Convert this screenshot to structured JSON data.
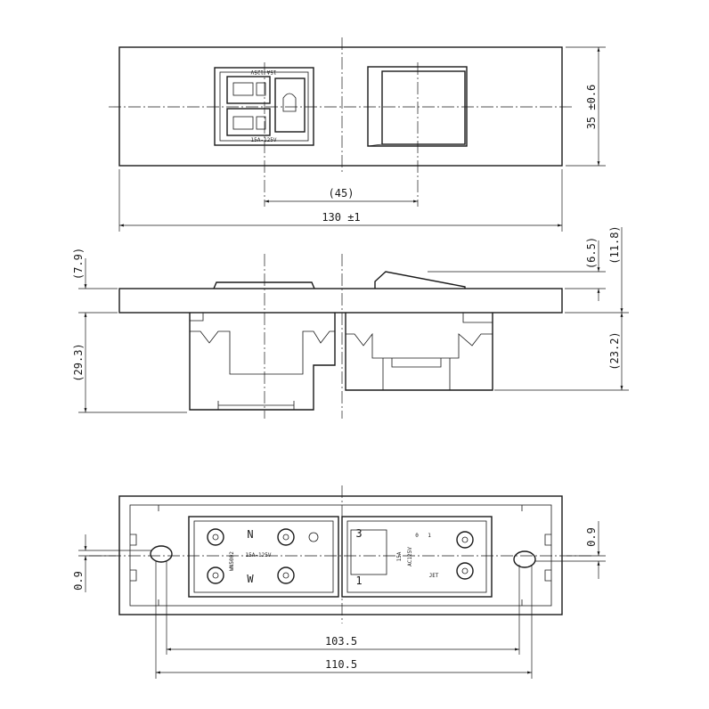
{
  "front_view": {
    "outlet_rating_top": "15A-125V",
    "outlet_rating_bottom": "15A-125V"
  },
  "dimensions": {
    "width_total": "130 ±1",
    "outlet_pitch": "(45)",
    "height_total": "35 ±0.6",
    "side_top_left": "(7.9)",
    "side_depth_left": "(29.3)",
    "side_switch_protrusion": "(6.5)",
    "side_top_right": "(11.8)",
    "side_depth_right": "(23.2)",
    "rear_hole_pitch": "103.5",
    "rear_outer_pitch": "110.5",
    "rear_offset_left": "0.9",
    "rear_offset_right": "0.9"
  },
  "rear_view": {
    "outlet_marks": [
      "N",
      "W"
    ],
    "switch_marks": [
      "3",
      "1",
      "0",
      "1",
      "JET"
    ],
    "small_labels": [
      "15A-125V",
      "WN5002",
      "AC125V",
      "15A"
    ]
  }
}
